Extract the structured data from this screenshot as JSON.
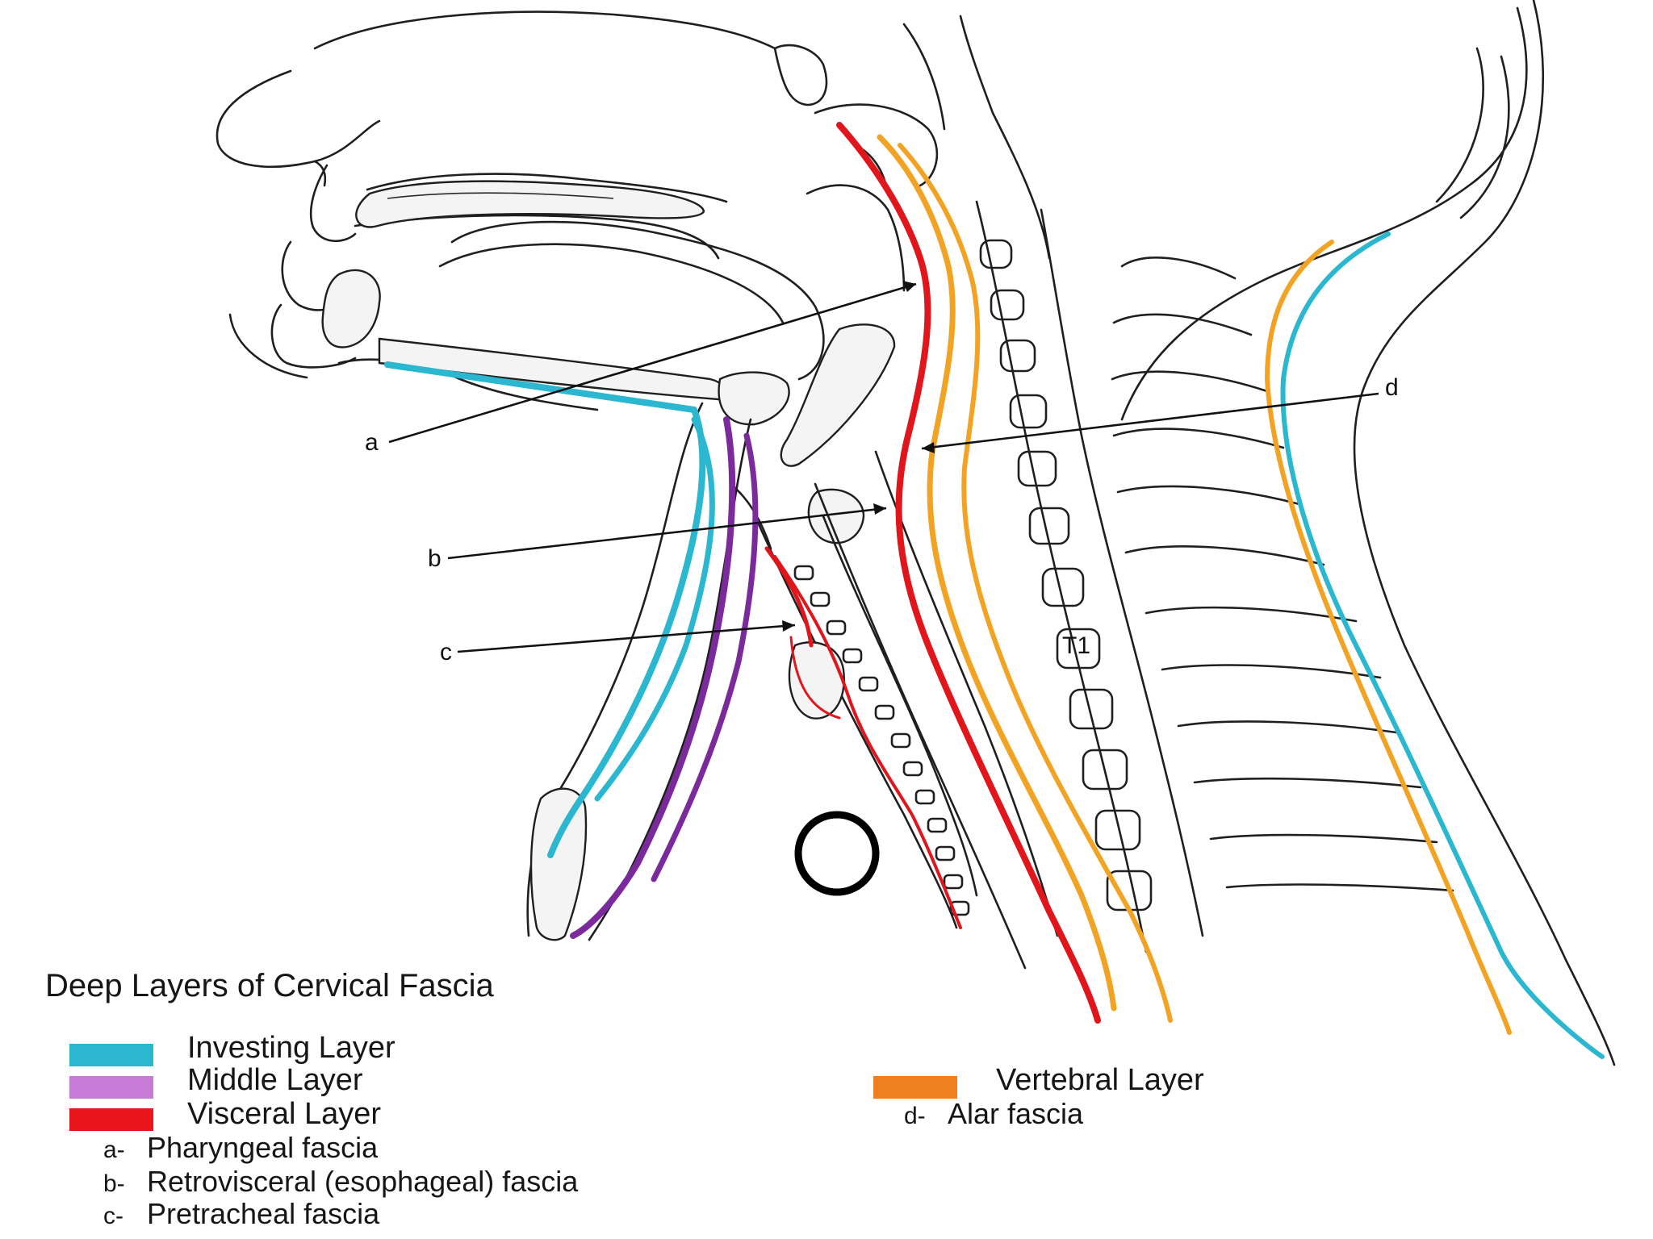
{
  "labels": {
    "a": "a",
    "b": "b",
    "c": "c",
    "d": "d",
    "t1": "T1"
  },
  "legend": {
    "title": "Deep Layers of Cervical Fascia",
    "layers": [
      {
        "label": "Investing Layer",
        "color": "#2bb7d0"
      },
      {
        "label": "Middle Layer",
        "color": "#c77ad8"
      },
      {
        "label": "Visceral Layer",
        "color": "#e8151b"
      },
      {
        "label": "Vertebral Layer",
        "color": "#f07f1f"
      }
    ],
    "sub_items": [
      {
        "key": "a-",
        "label": "Pharyngeal fascia"
      },
      {
        "key": "b-",
        "label": "Retrovisceral (esophageal) fascia"
      },
      {
        "key": "c-",
        "label": "Pretracheal fascia"
      },
      {
        "key": "d-",
        "label": "Alar fascia"
      }
    ]
  },
  "colors": {
    "investing": "#2bb7d0",
    "middle": "#7a2a9a",
    "visceral": "#e1161c",
    "vertebral": "#f2a323",
    "outline": "#1f1f1f"
  }
}
